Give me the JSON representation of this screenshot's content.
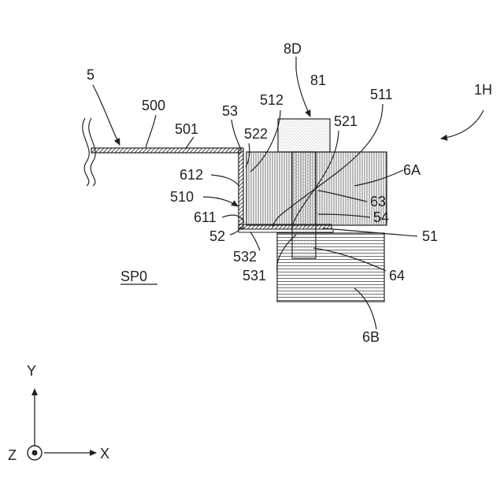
{
  "labels": {
    "l5": "5",
    "l500": "500",
    "l501": "501",
    "l53": "53",
    "l512": "512",
    "l8D": "8D",
    "l81": "81",
    "l511": "511",
    "l1H": "1H",
    "l522": "522",
    "l521": "521",
    "l612": "612",
    "l6A": "6A",
    "l510": "510",
    "l63": "63",
    "l611": "611",
    "l54": "54",
    "l52": "52",
    "l51": "51",
    "l532": "532",
    "l531": "531",
    "l64": "64",
    "lSP0": "SP0",
    "l6B": "6B",
    "axisY": "Y",
    "axisX": "X",
    "axisZ": "Z"
  }
}
